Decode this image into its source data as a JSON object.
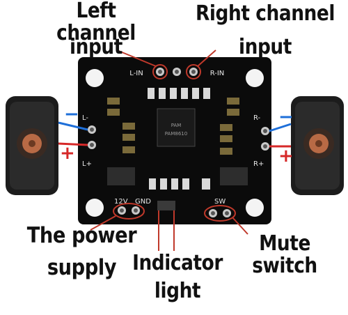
{
  "callouts": {
    "left_channel": [
      "Left channel",
      "input"
    ],
    "right_channel": [
      "Right channel",
      "input"
    ],
    "power_supply": [
      "The power",
      "supply"
    ],
    "indicator": [
      "Indicator",
      "light"
    ],
    "mute": "Mute switch"
  },
  "silkscreen": {
    "l_in": "L-IN",
    "r_in": "R-IN",
    "l_minus": "L-",
    "l_plus": "L+",
    "r_minus": "R-",
    "r_plus": "R+",
    "power": "12V",
    "gnd": "GND",
    "sw": "SW",
    "chip_brand": "PAM",
    "chip_model": "PAM8610"
  },
  "polarity": {
    "minus": "−",
    "plus": "+"
  },
  "colors": {
    "board": "#0b0b0b",
    "callout_line": "#c0392b",
    "minus_mark": "#1e6fd9",
    "plus_mark": "#d62828"
  }
}
